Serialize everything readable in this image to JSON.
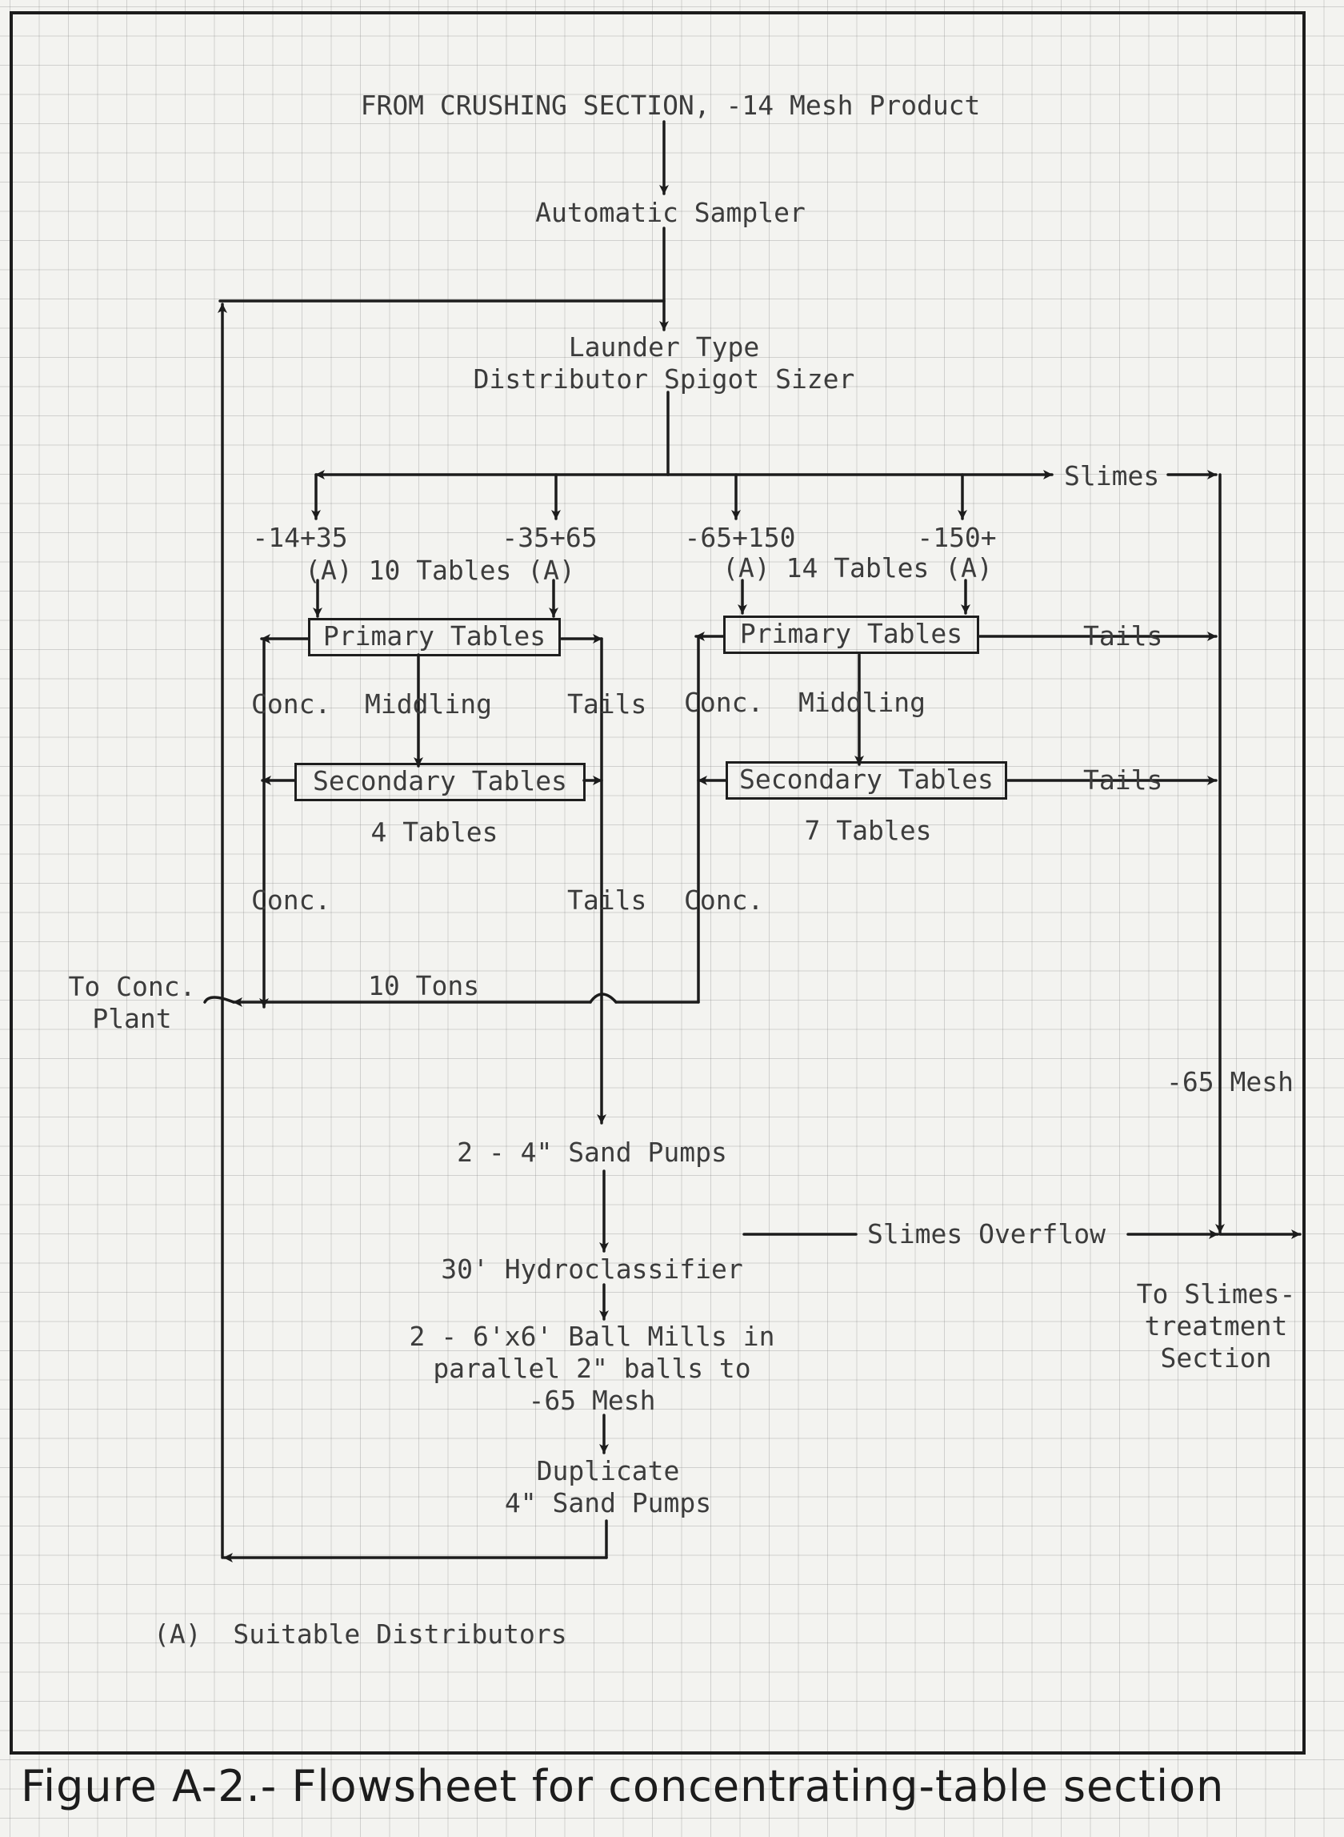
{
  "feed": "FROM CRUSHING SECTION, -14 Mesh Product",
  "sampler": "Automatic Sampler",
  "sizer": "Launder Type\nDistributor Spigot Sizer",
  "slimes": "Slimes",
  "sizes": [
    "-14+35",
    "-35+65",
    "-65+150",
    "-150+"
  ],
  "distributor_left": "(A) 10 Tables (A)",
  "distributor_right": "(A) 14 Tables (A)",
  "primary_tables": "Primary Tables",
  "secondary_tables": "Secondary Tables",
  "conc": "Conc.",
  "middling": "Middling",
  "tails": "Tails",
  "secondary_count_left": "4 Tables",
  "secondary_count_right": "7 Tables",
  "to_conc_plant": "To Conc.\nPlant",
  "tons": "10 Tons",
  "minus65_mesh": "-65 Mesh",
  "sand_pumps": "2 - 4\" Sand Pumps",
  "slimes_overflow": "Slimes Overflow",
  "hydroclassifier": "30' Hydroclassifier",
  "ball_mills": "2 - 6'x6' Ball Mills in\nparallel 2\" balls to\n-65 Mesh",
  "duplicate_pumps": "Duplicate\n4\" Sand Pumps",
  "to_slimes_treatment": "To Slimes-\ntreatment\nSection",
  "note": "(A)  Suitable Distributors",
  "caption": "Figure A-2.- Flowsheet for concentrating-table section"
}
